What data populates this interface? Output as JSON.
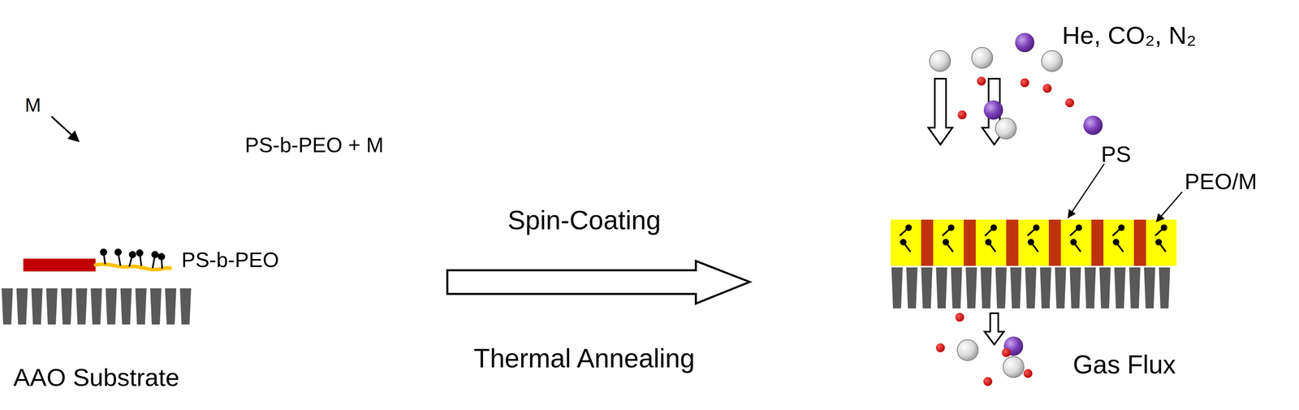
{
  "diagram": {
    "labels": [
      "M",
      "PS-b-PEO + M",
      "PS-b-PEO",
      "AAO Substrate",
      "Spin-Coating",
      "Thermal Annealing",
      "He, CO₂, N₂",
      "PS",
      "PEO/M",
      "Gas Flux"
    ]
  }
}
